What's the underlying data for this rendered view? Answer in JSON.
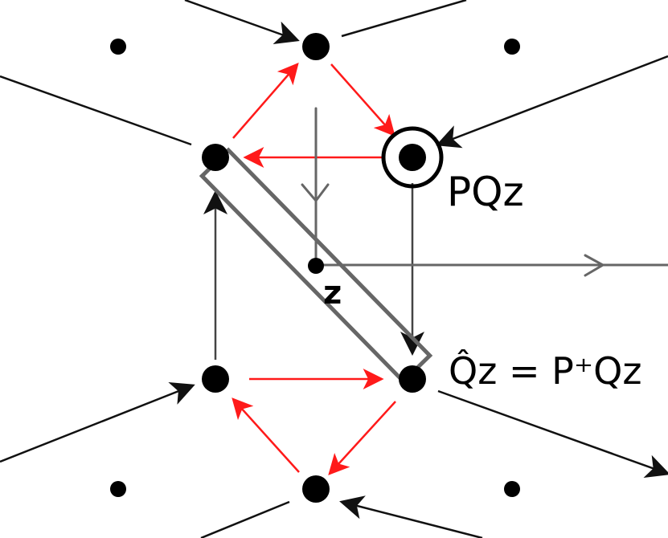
{
  "labels": {
    "origin": "z",
    "circled_node": "PQz",
    "boxed_node": "Q̂z = P⁺Qz"
  },
  "colors": {
    "red": "#ff1a1a",
    "black": "#111111",
    "gray": "#666666"
  }
}
